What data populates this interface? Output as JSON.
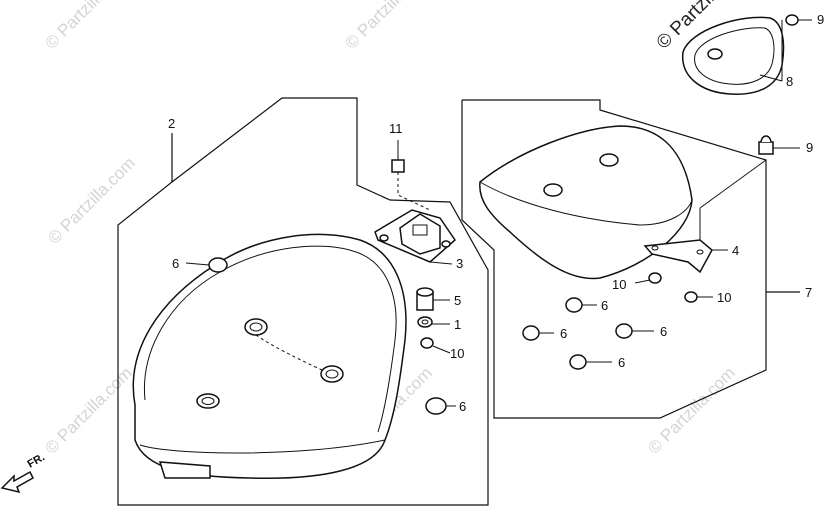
{
  "watermarks": {
    "text": "© Partzilla.com",
    "corner_text": "© Partzilla"
  },
  "direction": {
    "label": "FR."
  },
  "callouts": {
    "c1": "1",
    "c2": "2",
    "c3": "3",
    "c4": "4",
    "c5": "5",
    "c6a": "6",
    "c6b": "6",
    "c6c": "6",
    "c6d": "6",
    "c6e": "6",
    "c6f": "6",
    "c7": "7",
    "c8": "8",
    "c9a": "9",
    "c9b": "9",
    "c10a": "10",
    "c10b": "10",
    "c10c": "10",
    "c11": "11"
  }
}
